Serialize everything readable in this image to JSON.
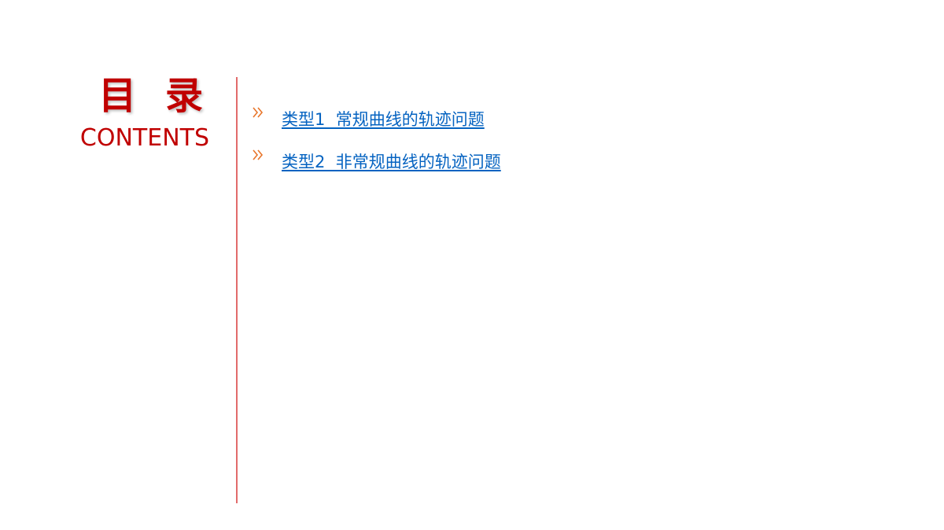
{
  "header": {
    "title_cn": "目 录",
    "title_en": "CONTENTS"
  },
  "toc": {
    "items": [
      {
        "label": "类型1  常规曲线的轨迹问题"
      },
      {
        "label": "类型2  非常规曲线的轨迹问题"
      }
    ]
  },
  "colors": {
    "title": "#c00000",
    "divider": "#e26b6b",
    "arrow": "#e8752a",
    "link": "#0563c1"
  },
  "icons": {
    "bullet": "double-chevron-right-icon"
  }
}
